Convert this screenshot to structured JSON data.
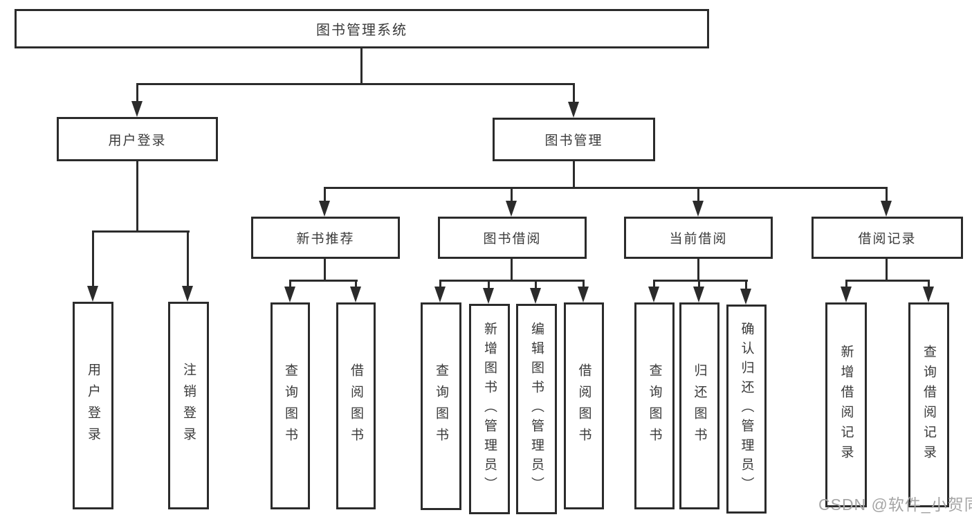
{
  "diagram": {
    "root": {
      "label": "图书管理系统"
    },
    "user_login": {
      "label": "用户登录",
      "children": {
        "login": "用户登录",
        "logout": "注销登录"
      }
    },
    "book_management": {
      "label": "图书管理",
      "sections": {
        "new_book": {
          "label": "新书推荐",
          "children": {
            "query": "查询图书",
            "borrow": "借阅图书"
          }
        },
        "borrowing": {
          "label": "图书借阅",
          "children": {
            "query": "查询图书",
            "add": "新增图书（管理员）",
            "edit": "编辑图书（管理员）",
            "borrow": "借阅图书"
          }
        },
        "current": {
          "label": "当前借阅",
          "children": {
            "query": "查询图书",
            "return": "归还图书",
            "confirm": "确认归还（管理员）"
          }
        },
        "records": {
          "label": "借阅记录",
          "children": {
            "add": "新增借阅记录",
            "query": "查询借阅记录"
          }
        }
      }
    }
  },
  "watermark": "CSDN @软件_小贺同学",
  "colors": {
    "line": "#2b2b2b",
    "text": "#3a3a3a",
    "watermark": "#a5a5a5"
  }
}
